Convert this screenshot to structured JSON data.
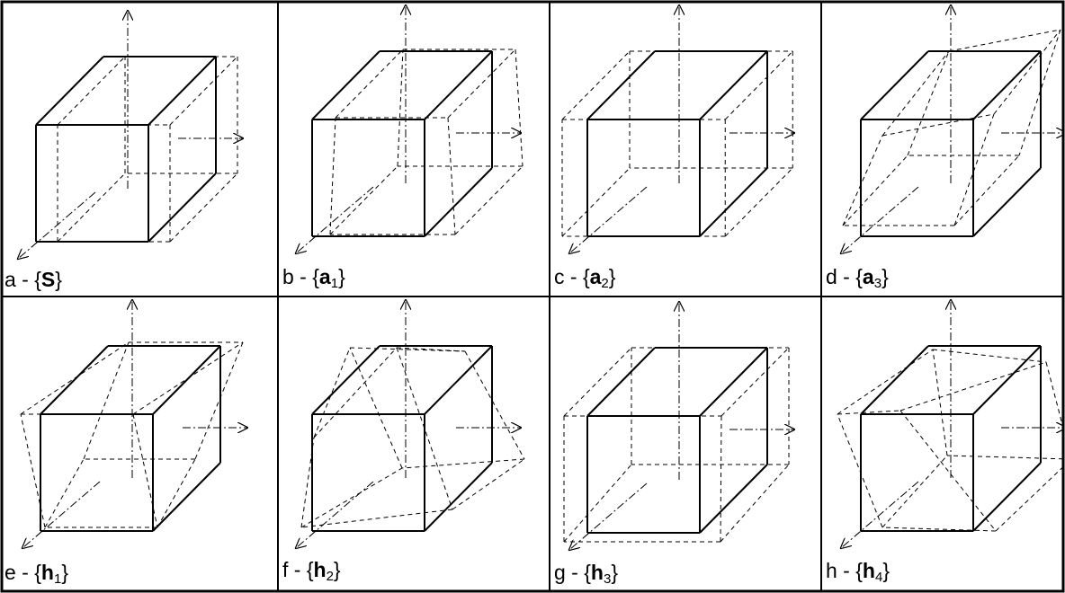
{
  "panels": [
    {
      "letter": "a",
      "sep": " - {",
      "symbol": "S",
      "sub": "",
      "close": "}"
    },
    {
      "letter": "b",
      "sep": " - {",
      "symbol": "a",
      "sub": "1",
      "close": "}"
    },
    {
      "letter": "c",
      "sep": " - {",
      "symbol": "a",
      "sub": "2",
      "close": "}"
    },
    {
      "letter": "d",
      "sep": " - {",
      "symbol": "a",
      "sub": "3",
      "close": "}"
    },
    {
      "letter": "e",
      "sep": " - {",
      "symbol": "h",
      "sub": "1",
      "close": "}"
    },
    {
      "letter": "f",
      "sep": " - {",
      "symbol": "h",
      "sub": "2",
      "close": "}"
    },
    {
      "letter": "g",
      "sep": " - {",
      "symbol": "h",
      "sub": "3",
      "close": "}"
    },
    {
      "letter": "h",
      "sep": " - {",
      "symbol": "h",
      "sub": "4",
      "close": "}"
    }
  ]
}
